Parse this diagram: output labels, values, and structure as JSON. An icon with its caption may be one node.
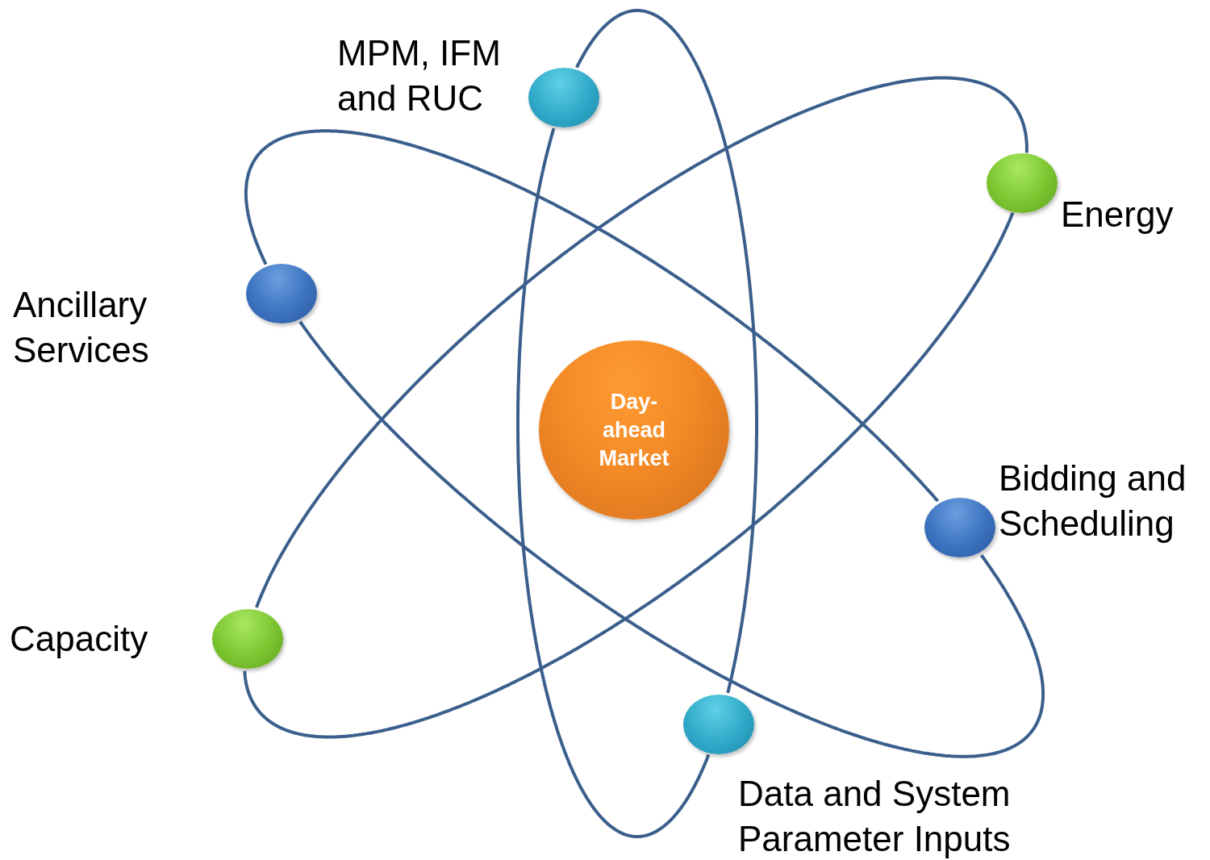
{
  "diagram": {
    "nodes": [
      {
        "text": [
          "Day-ahead Market"
        ]
      },
      {
        "text": [],
        "shape": "circle",
        "beside": [
          "MPM, IFM and RUC"
        ]
      },
      {
        "text": [],
        "shape": "circle",
        "beside": [
          "Energy"
        ]
      },
      {
        "text": [],
        "shape": "circle",
        "beside": [
          "Ancillary Services"
        ]
      },
      {
        "text": [],
        "shape": "circle",
        "beside": [
          "Bidding and Scheduling"
        ]
      },
      {
        "text": [],
        "shape": "circle",
        "beside": [
          "Capacity"
        ]
      },
      {
        "text": [],
        "shape": "circle",
        "beside": [
          "Data and System Parameter Inputs"
        ]
      }
    ],
    "edges": [
      {
        "from": 1,
        "to": 6,
        "arrow": "none"
      },
      {
        "from": 1,
        "to": 6,
        "arrow": "none"
      },
      {
        "from": 3,
        "to": 4,
        "arrow": "none"
      },
      {
        "from": 3,
        "to": 4,
        "arrow": "none"
      },
      {
        "from": 2,
        "to": 5,
        "arrow": "none"
      },
      {
        "from": 2,
        "to": 5,
        "arrow": "none"
      }
    ]
  }
}
